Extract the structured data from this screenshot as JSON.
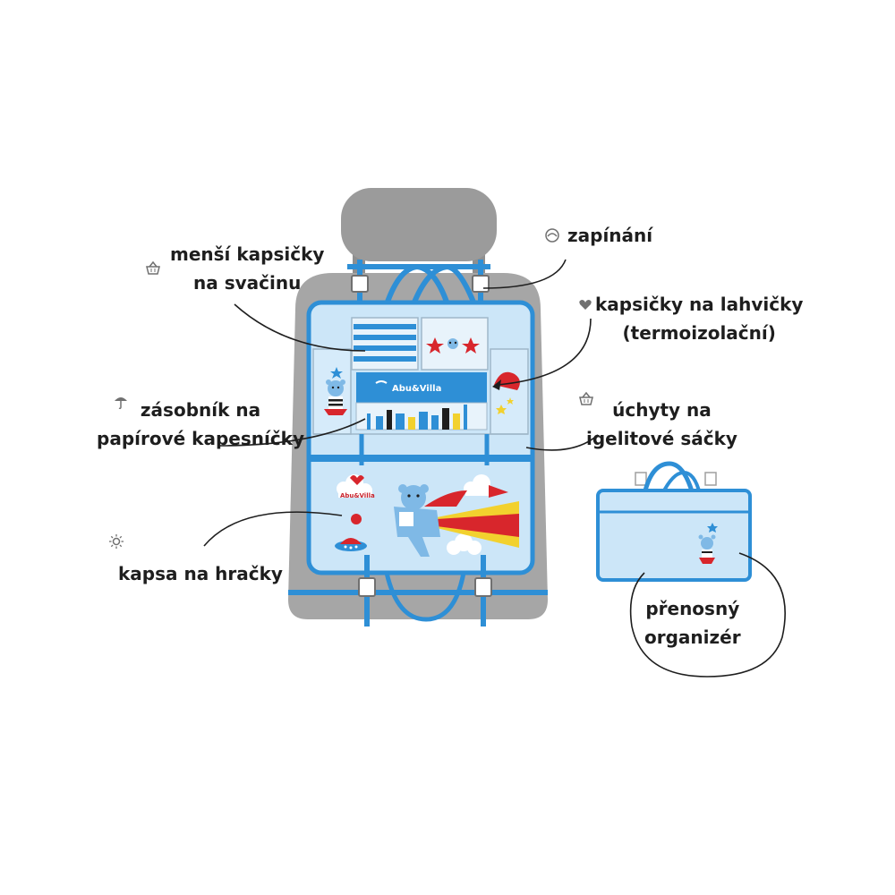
{
  "labels": {
    "mensi_kapsicky": [
      "menší kapsičky",
      "na svačinu"
    ],
    "zapinani": "zapínání",
    "kapsicky_lahvicky": [
      "kapsičky na lahvičky",
      "(termoizolační)"
    ],
    "zasobnik": [
      "zásobník na",
      "papírové kapesníčky"
    ],
    "uchyty": [
      "úchyty na",
      "igelitové sáčky"
    ],
    "kapsa_hracky": "kapsa na hračky",
    "prenosny": [
      "přenosný",
      "organizér"
    ]
  },
  "brand": {
    "logo": "Abu&Villa",
    "logo_small": "Abu&Villa"
  },
  "colors": {
    "seat": "#a6a6a6",
    "headrest": "#9b9b9b",
    "organizer": "#cce6f8",
    "trim": "#2e8fd6",
    "label_text": "#1e1e1e"
  },
  "icons": [
    "basket-icon",
    "hat-icon",
    "heart-icon",
    "umbrella-icon",
    "basket-icon",
    "sun-icon"
  ]
}
